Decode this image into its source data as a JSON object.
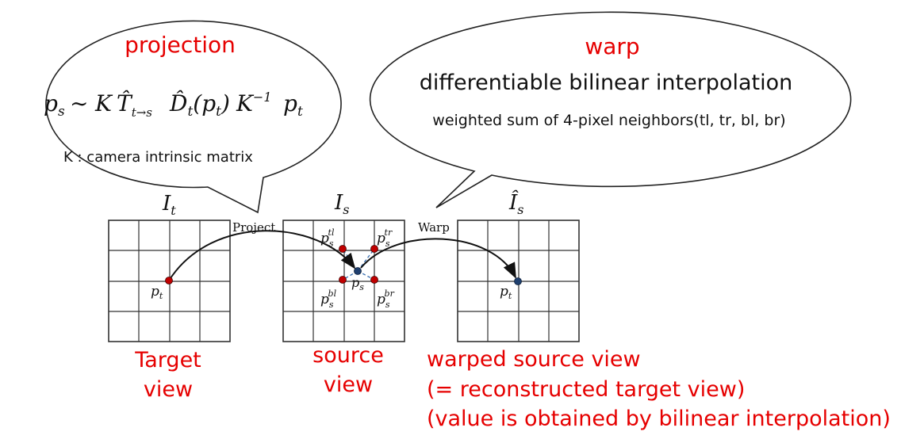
{
  "left_bubble": {
    "title": "projection",
    "formula_ps": "p",
    "formula_ps_sub": "s",
    "formula_sim": "∼",
    "formula_K": "K",
    "formula_T": "T̂",
    "formula_T_sub": "t→s",
    "formula_D": "D̂",
    "formula_D_sub": "t",
    "formula_D_arg": "(p",
    "formula_D_arg_sub": "t",
    "formula_D_arg_close": ")",
    "formula_Kinv": "K",
    "formula_Kinv_sup": "−1",
    "formula_pt": "p",
    "formula_pt_sub": "t",
    "note": "K : camera intrinsic matrix"
  },
  "right_bubble": {
    "title": "warp",
    "subtitle": "differentiable bilinear interpolation",
    "note": "weighted sum of 4-pixel neighbors(tl, tr, bl, br)"
  },
  "grids": {
    "target": {
      "symbol": "I",
      "symbol_sub": "t",
      "point": "p",
      "point_sub": "t",
      "caption_line1": "Target",
      "caption_line2": "view"
    },
    "source": {
      "symbol": "I",
      "symbol_sub": "s",
      "tl": "p",
      "tl_sub": "s",
      "tl_sup": "tl",
      "tr": "p",
      "tr_sub": "s",
      "tr_sup": "tr",
      "bl": "p",
      "bl_sub": "s",
      "bl_sup": "bl",
      "br": "p",
      "br_sub": "s",
      "br_sup": "br",
      "center": "p",
      "center_sub": "s",
      "caption_line1": "source",
      "caption_line2": "view"
    },
    "warped": {
      "symbol": "Î",
      "symbol_sub": "s",
      "point": "p",
      "point_sub": "t",
      "caption_line1": "warped source view",
      "caption_line2": "(= reconstructed target view)",
      "caption_line3": "(value is obtained by bilinear interpolation)"
    }
  },
  "arrows": {
    "project": "Project",
    "warp": "Warp"
  },
  "colors": {
    "caption_red": "#e60000",
    "point_red": "#c00000",
    "point_blue": "#1f3f6e"
  }
}
